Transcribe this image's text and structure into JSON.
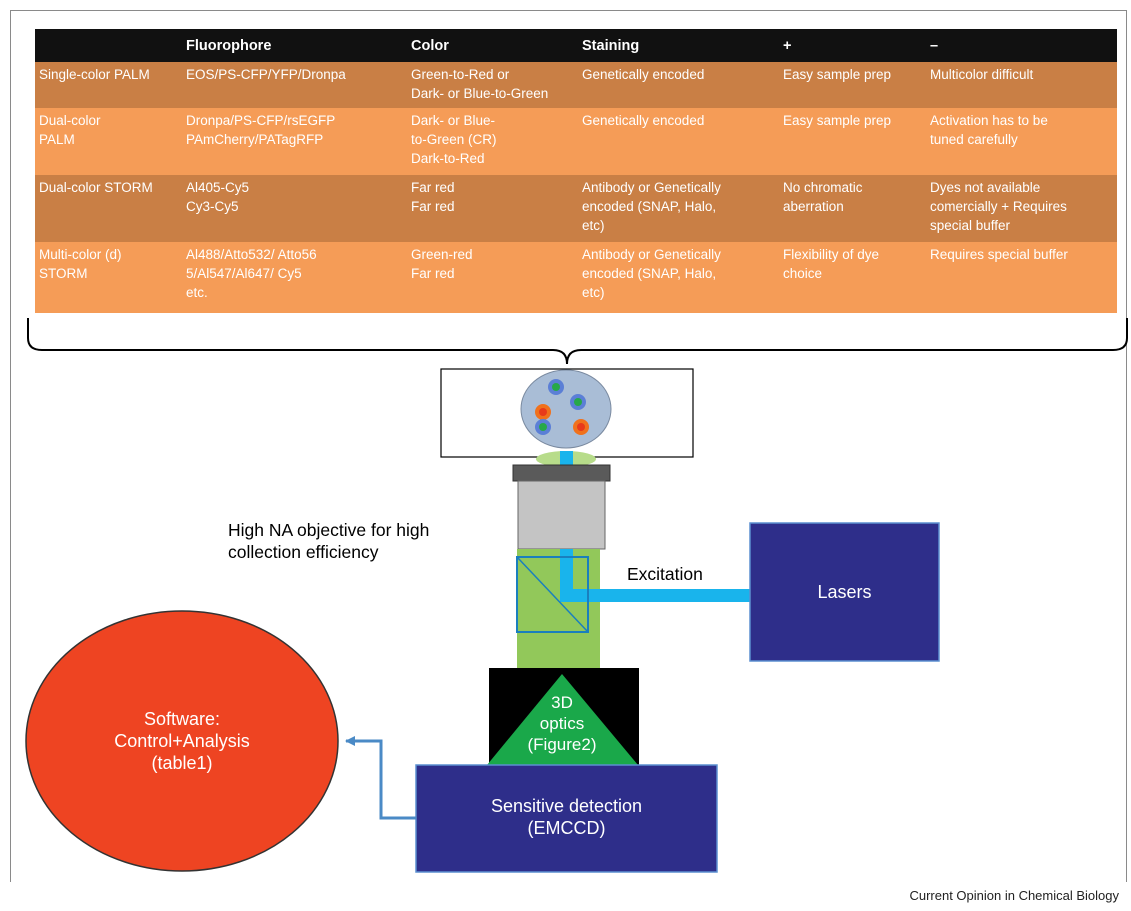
{
  "table": {
    "headers": [
      "",
      "Fluorophore",
      "Color",
      "Staining",
      "+",
      "–"
    ],
    "rows": [
      [
        "Single-color PALM",
        "EOS/PS-CFP/YFP/Dronpa",
        "Green-to-Red or\nDark- or Blue-to-Green",
        "Genetically encoded",
        "Easy sample prep",
        "Multicolor difficult"
      ],
      [
        "Dual-color\nPALM",
        "Dronpa/PS-CFP/rsEGFP\nPAmCherry/PATagRFP",
        "Dark- or Blue-\nto-Green (CR)\nDark-to-Red",
        "Genetically encoded",
        "Easy sample prep",
        "Activation has to be\ntuned carefully"
      ],
      [
        "Dual-color STORM",
        "Al405-Cy5\nCy3-Cy5",
        "Far red\nFar red",
        "Antibody or Genetically\nencoded (SNAP, Halo,\netc)",
        "No chromatic\naberration",
        "Dyes not available\ncomercially + Requires\nspecial buffer"
      ],
      [
        "Multi-color (d)\nSTORM",
        "Al488/Atto532/ Atto56\n5/Al547/Al647/ Cy5\n etc.",
        "Green-red\nFar red",
        "Antibody or Genetically\nencoded (SNAP, Halo,\netc)",
        "Flexibility of dye\nchoice",
        "Requires special buffer"
      ]
    ]
  },
  "diagram": {
    "objective_label": "High NA objective for high\ncollection efficiency",
    "excitation_label": "Excitation",
    "lasers_label": "Lasers",
    "optics_label": "3D\noptics\n(Figure2)",
    "detector_label": "Sensitive detection\n(EMCCD)",
    "software_label": "Software:\nControl+Analysis\n(table1)"
  },
  "credit": "Current Opinion in Chemical Biology",
  "colors": {
    "header_bg": "#111111",
    "row_dark": "#c97f45",
    "row_light": "#f59c57",
    "box_navy": "#2e2e8a",
    "software_red": "#ee4422",
    "optics_green": "#1aa84a",
    "beam_cyan": "#19b4ec",
    "light_green": "#92c85a"
  },
  "icons": [
    "brace",
    "sample-dish",
    "objective-lens",
    "beam-splitter",
    "arrow-icon"
  ]
}
